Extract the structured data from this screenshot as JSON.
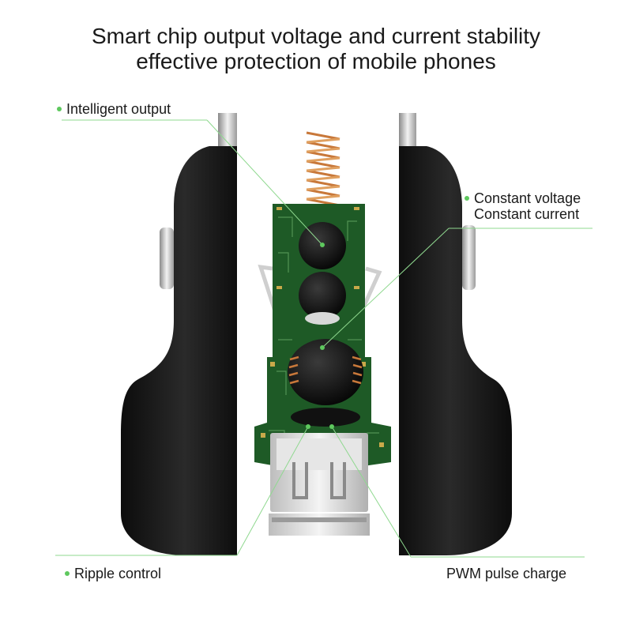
{
  "heading": {
    "line1": "Smart chip output voltage and current stability",
    "line2": "effective protection of mobile phones"
  },
  "callouts": {
    "intelligent_output": "Intelligent output",
    "constant_voltage": "Constant voltage",
    "constant_current": "Constant current",
    "ripple_control": "Ripple control",
    "pwm_pulse_charge": "PWM pulse charge"
  },
  "colors": {
    "accent_green": "#5ec85e",
    "charger_body": "#151515",
    "pcb_green": "#1e5a26"
  }
}
